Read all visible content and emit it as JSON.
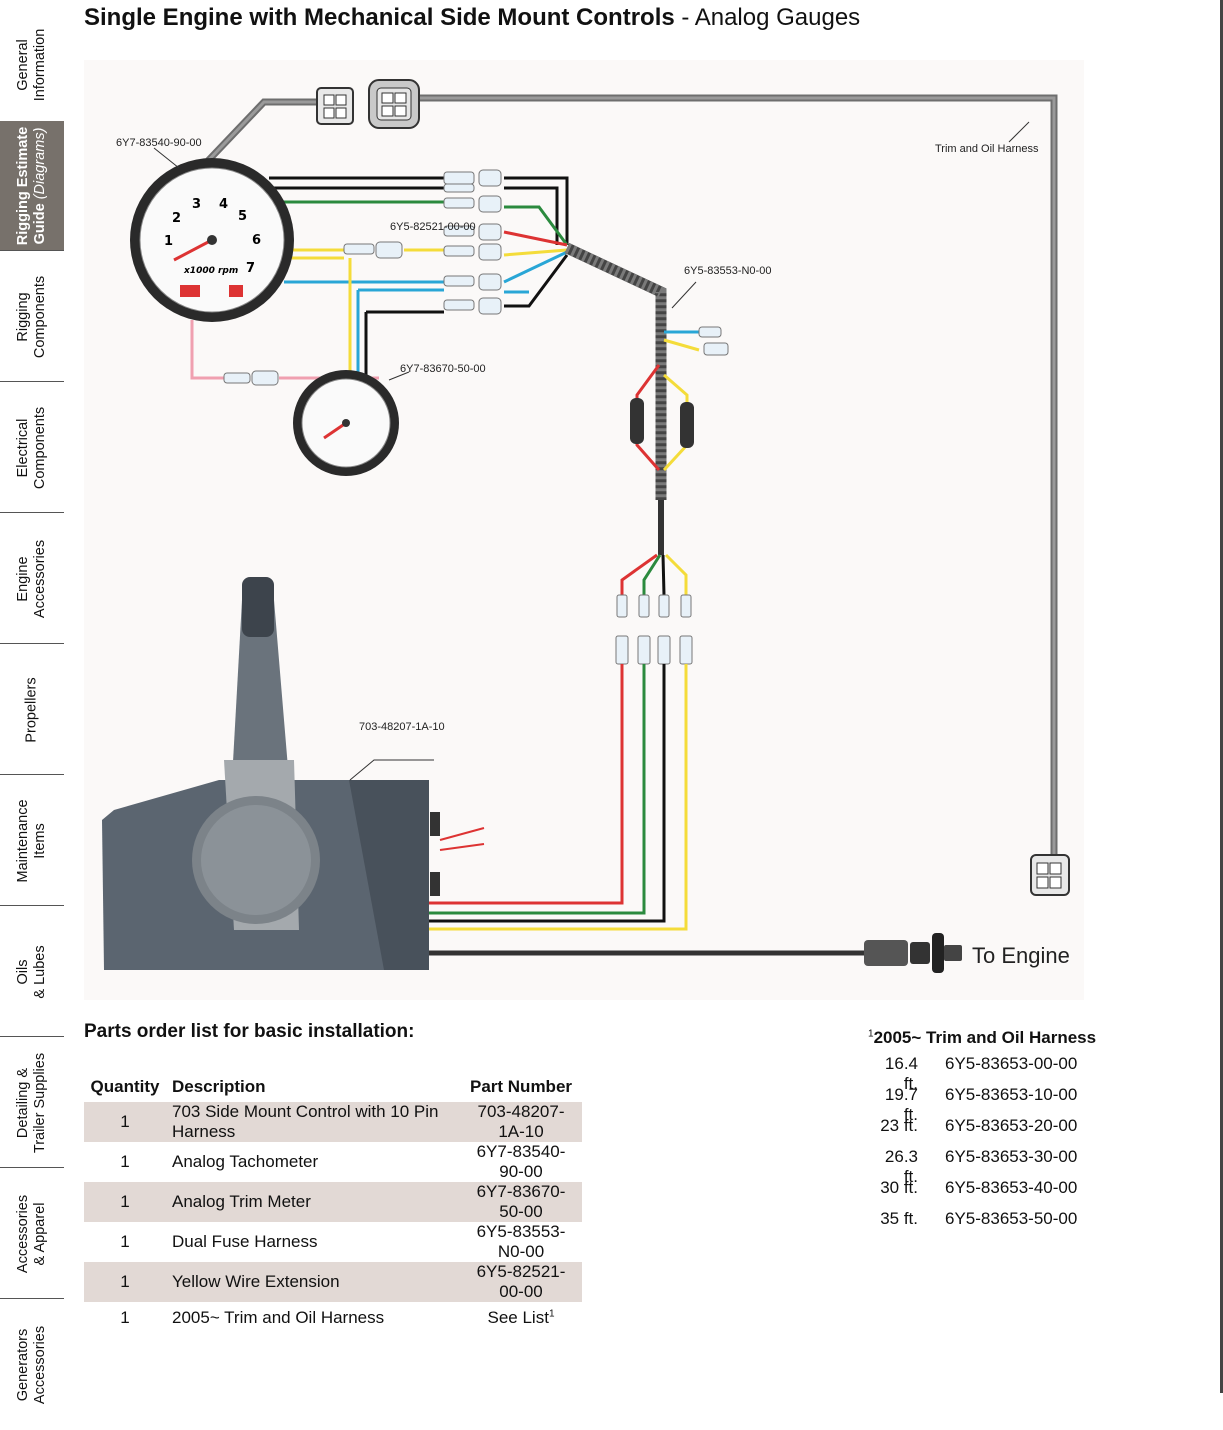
{
  "tabs": [
    {
      "line1": "General",
      "line2": "Information",
      "italic": ""
    },
    {
      "line1": "Rigging Estimate",
      "line2": "Guide ",
      "italic": "(Diagrams)"
    },
    {
      "line1": "Rigging",
      "line2": "Components",
      "italic": ""
    },
    {
      "line1": "Electrical",
      "line2": "Components",
      "italic": ""
    },
    {
      "line1": "Engine",
      "line2": "Accessories",
      "italic": ""
    },
    {
      "line1": "Propellers",
      "line2": "",
      "italic": ""
    },
    {
      "line1": "Maintenance",
      "line2": "Items",
      "italic": ""
    },
    {
      "line1": "Oils",
      "line2": "& Lubes",
      "italic": ""
    },
    {
      "line1": "Detailing &",
      "line2": "Trailer Supplies",
      "italic": ""
    },
    {
      "line1": "Accessories",
      "line2": "& Apparel",
      "italic": ""
    },
    {
      "line1": "Generators",
      "line2": "Accessories",
      "italic": ""
    }
  ],
  "title": {
    "bold": "Single Engine with Mechanical Side Mount Controls",
    "rest": " - Analog Gauges"
  },
  "diagram": {
    "tach_part": "6Y7-83540-90-00",
    "yellow_ext_part": "6Y5-82521-00-00",
    "fuse_part": "6Y5-83553-N0-00",
    "trim_meter_part": "6Y7-83670-50-00",
    "control_part": "703-48207-1A-10",
    "trim_oil_label": "Trim and Oil Harness",
    "to_engine": "To Engine",
    "tach_unit": "x1000 rpm",
    "tach_ticks": [
      "1",
      "2",
      "3",
      "4",
      "5",
      "6",
      "7"
    ]
  },
  "parts": {
    "title": "Parts order list for basic installation:",
    "headers": {
      "qty": "Quantity",
      "desc": "Description",
      "pn": "Part Number"
    },
    "rows": [
      {
        "qty": "1",
        "desc": "703 Side Mount Control with 10 Pin Harness",
        "pn": "703-48207-1A-10"
      },
      {
        "qty": "1",
        "desc": "Analog Tachometer",
        "pn": "6Y7-83540-90-00"
      },
      {
        "qty": "1",
        "desc": "Analog Trim Meter",
        "pn": "6Y7-83670-50-00"
      },
      {
        "qty": "1",
        "desc": "Dual Fuse Harness",
        "pn": "6Y5-83553-N0-00"
      },
      {
        "qty": "1",
        "desc": "Yellow Wire Extension",
        "pn": "6Y5-82521-00-00"
      },
      {
        "qty": "1",
        "desc": "2005~ Trim and Oil Harness",
        "pn": "See List"
      }
    ],
    "footnote_mark": "1"
  },
  "harness": {
    "sup": "1",
    "title": "2005~ Trim and Oil Harness",
    "rows": [
      {
        "len": "16.4 ft.",
        "pn": "6Y5-83653-00-00"
      },
      {
        "len": "19.7 ft.",
        "pn": "6Y5-83653-10-00"
      },
      {
        "len": "23 ft.",
        "pn": "6Y5-83653-20-00"
      },
      {
        "len": "26.3 ft.",
        "pn": "6Y5-83653-30-00"
      },
      {
        "len": "30 ft.",
        "pn": "6Y5-83653-40-00"
      },
      {
        "len": "35 ft.",
        "pn": "6Y5-83653-50-00"
      }
    ]
  }
}
